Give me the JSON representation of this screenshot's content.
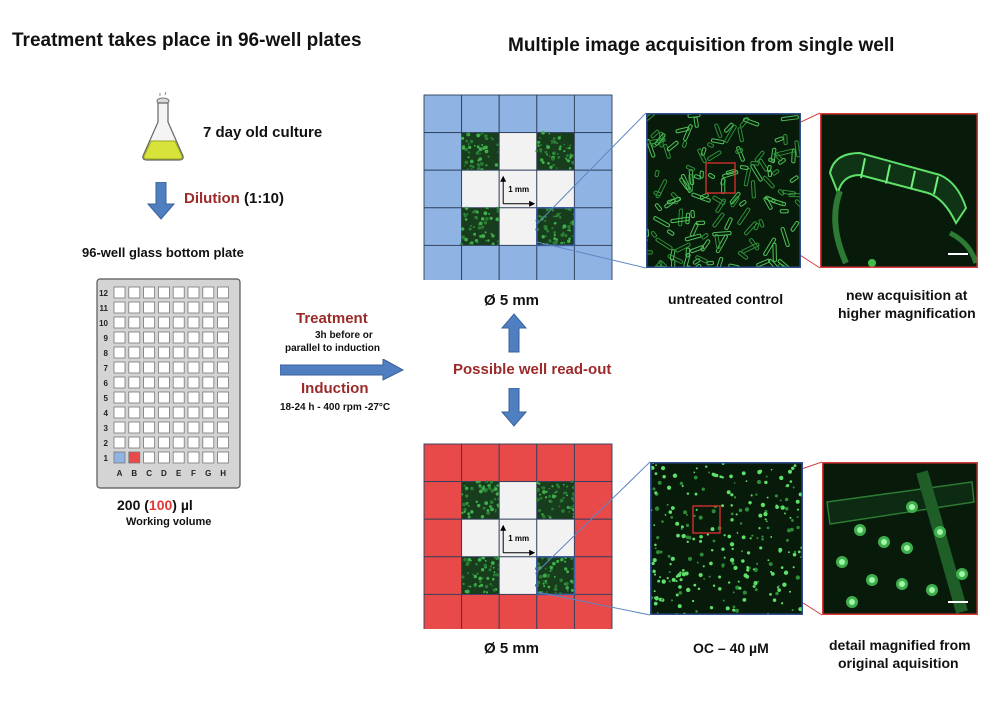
{
  "left_title": "Treatment takes place in 96-well plates",
  "right_title": "Multiple image acquisition from single well",
  "culture": {
    "bold": "7 day",
    "rest": " old culture"
  },
  "dilution": {
    "label": "Dilution",
    "ratio": "(1:10)"
  },
  "plate": {
    "title": {
      "bold": "96-well",
      "rest": " glass bottom plate"
    },
    "rows": [
      "12",
      "11",
      "10",
      "9",
      "8",
      "7",
      "6",
      "5",
      "4",
      "3",
      "2",
      "1"
    ],
    "cols": [
      "A",
      "B",
      "C",
      "D",
      "E",
      "F",
      "G",
      "H"
    ],
    "volume": {
      "main": "200 (",
      "highlight": "100",
      "end": ") µl"
    },
    "volume_sub": "Working volume",
    "colors": {
      "control": "#8fb4e3",
      "treated": "#e84a4a"
    }
  },
  "treatment": {
    "label": "Treatment",
    "line1": "3h before or",
    "line2": "parallel to induction",
    "induction": "Induction",
    "conditions": "18-24 h - 400 rpm -27°C"
  },
  "readout": "Possible well read-out",
  "wells": {
    "scale_label": "1 mm",
    "diameter": "Ø 5 mm",
    "top_color": "#8fb4e3",
    "bottom_color": "#e84a4a"
  },
  "images": {
    "top_caption": "untreated control",
    "bottom_caption": "OC – 40 µM",
    "top_detail_line1": "new acquisition at",
    "top_detail_line2": "higher magnification",
    "bottom_detail_line1": "detail magnified from",
    "bottom_detail_line2": "original aquisition"
  }
}
